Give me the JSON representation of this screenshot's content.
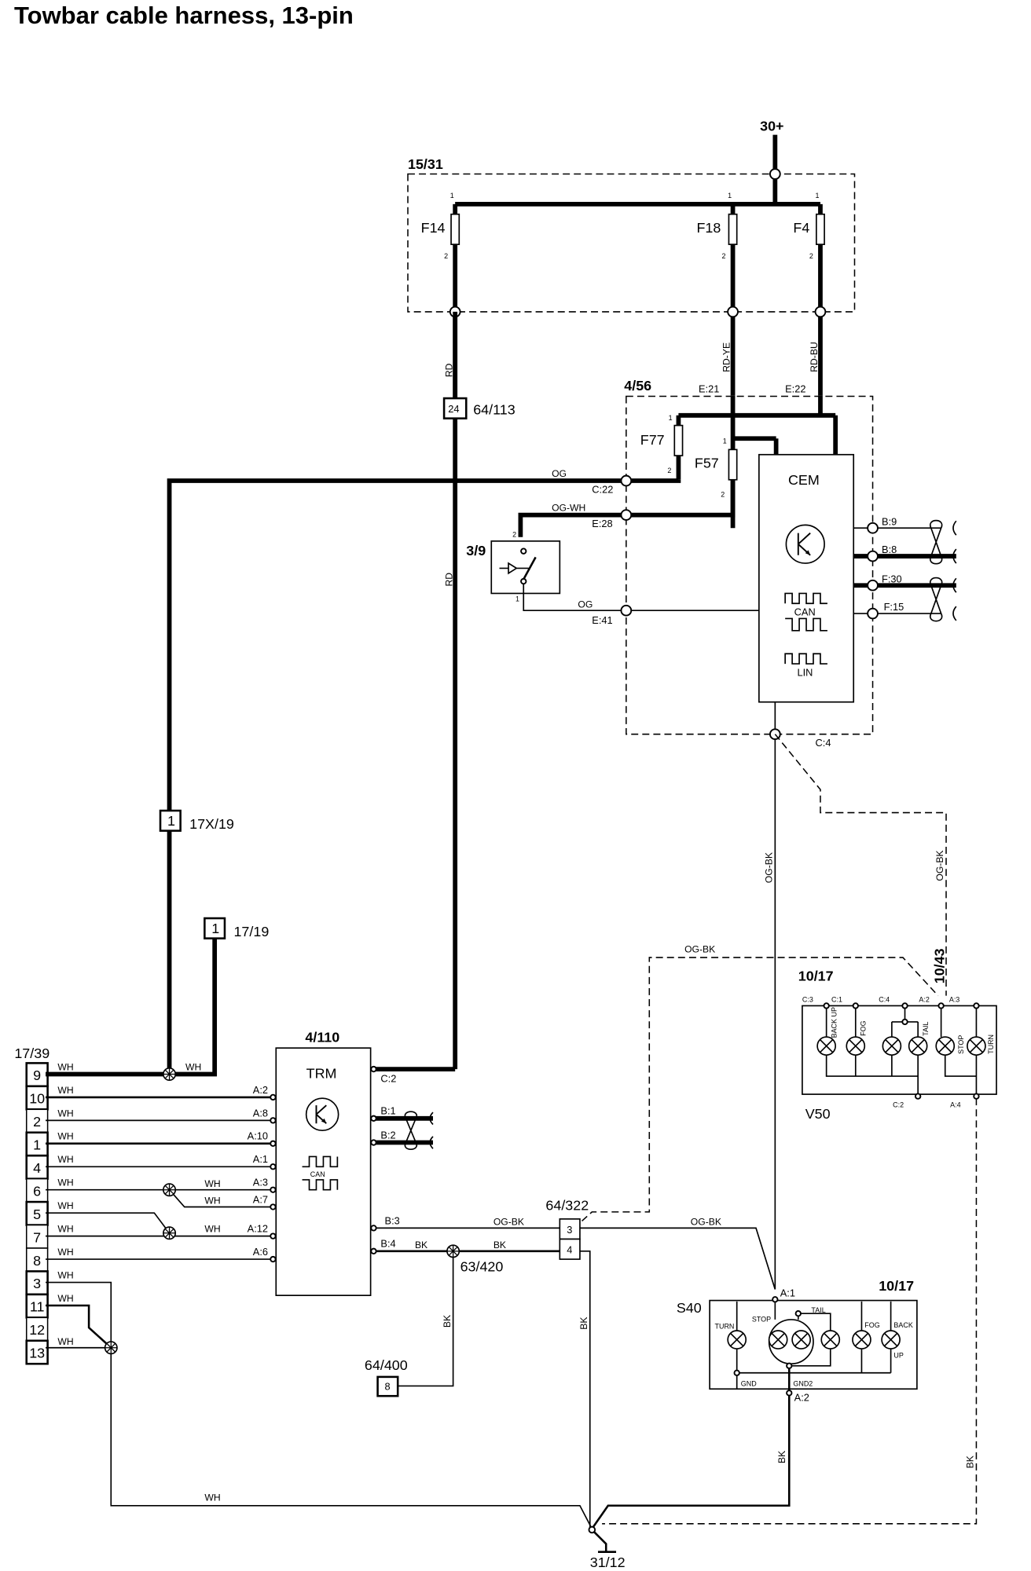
{
  "title": "Towbar cable harness, 13-pin",
  "power": {
    "supply_label": "30+",
    "ground_label": "31/12"
  },
  "fusebox": {
    "id": "15/31",
    "fuses": [
      {
        "name": "F14",
        "pin_in": "1",
        "pin_out": "2",
        "wire": "RD"
      },
      {
        "name": "F18",
        "pin_in": "1",
        "pin_out": "2",
        "wire": "RD-YE"
      },
      {
        "name": "F4",
        "pin_in": "1",
        "pin_out": "2",
        "wire": "RD-BU"
      }
    ]
  },
  "connector_64_113": {
    "id": "64/113",
    "pin": "24"
  },
  "cem": {
    "module_id": "4/56",
    "name": "CEM",
    "can_label": "CAN",
    "lin_label": "LIN",
    "fuses": [
      {
        "name": "F77",
        "pin_in": "1",
        "pin_out": "2"
      },
      {
        "name": "F57",
        "pin_in": "1",
        "pin_out": "2"
      }
    ],
    "pins": {
      "e21": "E:21",
      "e22": "E:22",
      "c22": "C:22",
      "e28": "E:28",
      "e41": "E:41",
      "c4": "C:4",
      "b9": "B:9",
      "b8": "B:8",
      "f30": "F:30",
      "f15": "F:15"
    }
  },
  "switch_3_9": {
    "id": "3/9",
    "pin_top": "2",
    "pin_bottom": "1"
  },
  "wires": {
    "og": "OG",
    "og_wh": "OG-WH",
    "rd": "RD",
    "og_bk": "OG-BK",
    "bk": "BK",
    "wh": "WH"
  },
  "connector_17x19": {
    "id": "17X/19",
    "pin": "1"
  },
  "connector_17_19": {
    "id": "17/19",
    "pin": "1"
  },
  "towbar_socket": {
    "id": "17/39",
    "pins": [
      "9",
      "10",
      "2",
      "1",
      "4",
      "6",
      "5",
      "7",
      "8",
      "3",
      "11",
      "12",
      "13"
    ],
    "wire_label": "WH"
  },
  "trm": {
    "module_id": "4/110",
    "name": "TRM",
    "can_label": "CAN",
    "left_pins": [
      "A:2",
      "A:8",
      "A:10",
      "A:1",
      "A:3",
      "A:7",
      "A:12",
      "A:6"
    ],
    "right_pins": {
      "c2": "C:2",
      "b1": "B:1",
      "b2": "B:2",
      "b3": "B:3",
      "b4": "B:4"
    }
  },
  "connector_64_322": {
    "id": "64/322",
    "pins": [
      "3",
      "4"
    ]
  },
  "splice_63_420": {
    "id": "63/420"
  },
  "connector_64_400": {
    "id": "64/400",
    "pin": "8"
  },
  "rear_lamp_v50": {
    "id": "10/17",
    "variant": "V50",
    "connector_id": "10/43",
    "top_pins": [
      "C:3",
      "C:1",
      "C:4",
      "A:2",
      "A:3"
    ],
    "bottom_pins": [
      "C:2",
      "A:4"
    ],
    "lamps": [
      "BACK UP",
      "FOG",
      "TAIL",
      "STOP",
      "TURN"
    ]
  },
  "rear_lamp_s40": {
    "id": "10/17",
    "variant": "S40",
    "top_pin": "A:1",
    "bottom_pin": "A:2",
    "labels": {
      "turn": "TURN",
      "stop": "STOP",
      "tail": "TAIL",
      "fog": "FOG",
      "back": "BACK",
      "up": "UP",
      "gnd": "GND",
      "gnd2": "GND2"
    }
  }
}
